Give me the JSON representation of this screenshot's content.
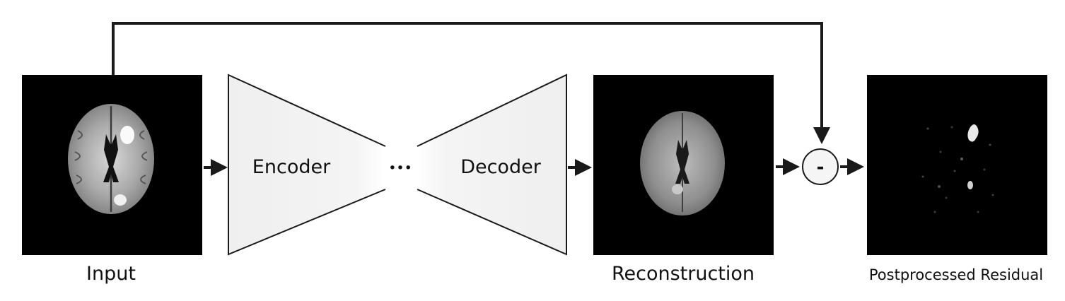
{
  "labels": {
    "input": "Input",
    "encoder": "Encoder",
    "dots": "•••",
    "decoder": "Decoder",
    "reconstruction": "Reconstruction",
    "operator": "-",
    "residual": "Postprocessed Residual"
  },
  "icons": {
    "input_image": "brain-mri-icon",
    "reconstruction_image": "brain-mri-icon",
    "residual_image": "residual-map-icon"
  },
  "colors": {
    "line": "#1a1a1a",
    "panel": "#000000",
    "trapezoid_fill": "#f2f2f2",
    "operator_fill": "#f5f5f5"
  }
}
